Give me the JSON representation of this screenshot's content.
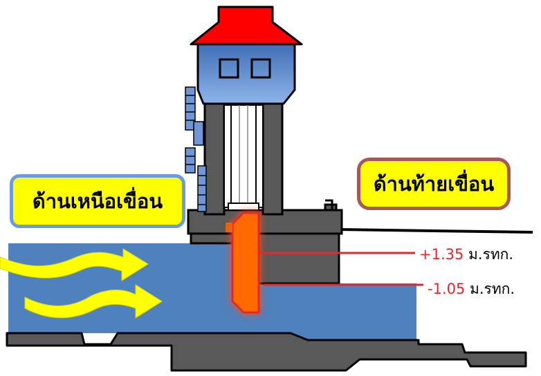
{
  "labels": {
    "upstream": "ด้านเหนือเขื่อน",
    "downstream": "ด้านท้ายเขื่อน"
  },
  "levels": {
    "high": {
      "value": "+1.35",
      "unit": "ม.รทก."
    },
    "low": {
      "value": "-1.05",
      "unit": "ม.รทก."
    }
  },
  "colors": {
    "water": "#4f81bd",
    "concrete": "#595959",
    "roof": "#ff0000",
    "tower": "#3f6fb5",
    "gate": "#ff6a00",
    "arrow": "#ffff00",
    "level_line": "#e8262a"
  }
}
